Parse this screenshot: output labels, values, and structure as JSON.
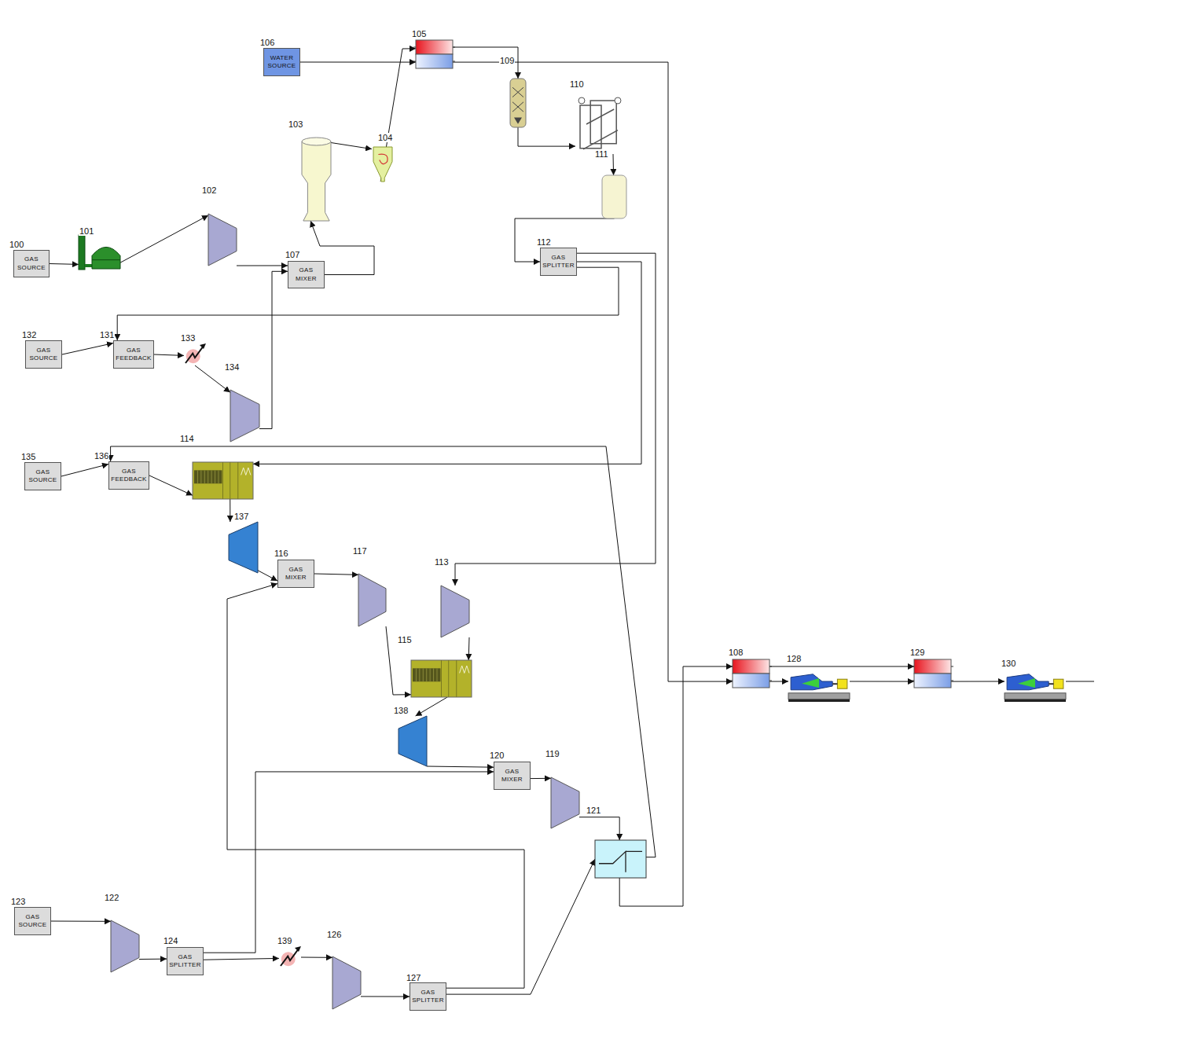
{
  "diagram": {
    "nodes": [
      {
        "text": [
          "100",
          "GAS SOURCE"
        ]
      },
      {
        "text": [
          "101"
        ]
      },
      {
        "text": [
          "102"
        ]
      },
      {
        "text": [
          "103"
        ]
      },
      {
        "text": [
          "104"
        ]
      },
      {
        "text": [
          "105"
        ]
      },
      {
        "text": [
          "106",
          "WATER SOURCE"
        ]
      },
      {
        "text": [
          "107",
          "GAS MIXER"
        ]
      },
      {
        "text": [
          "108"
        ]
      },
      {
        "text": [
          "109"
        ]
      },
      {
        "text": [
          "110"
        ]
      },
      {
        "text": [
          "111"
        ]
      },
      {
        "text": [
          "112",
          "GAS SPLITTER"
        ]
      },
      {
        "text": [
          "113"
        ]
      },
      {
        "text": [
          "114"
        ]
      },
      {
        "text": [
          "115"
        ]
      },
      {
        "text": [
          "116",
          "GAS MIXER"
        ]
      },
      {
        "text": [
          "117"
        ]
      },
      {
        "text": [
          "119"
        ]
      },
      {
        "text": [
          "120",
          "GAS MIXER"
        ]
      },
      {
        "text": [
          "121"
        ]
      },
      {
        "text": [
          "122"
        ]
      },
      {
        "text": [
          "123",
          "GAS SOURCE"
        ]
      },
      {
        "text": [
          "124",
          "GAS SPLITTER"
        ]
      },
      {
        "text": [
          "126"
        ]
      },
      {
        "text": [
          "127",
          "GAS SPLITTER"
        ]
      },
      {
        "text": [
          "128"
        ]
      },
      {
        "text": [
          "129"
        ]
      },
      {
        "text": [
          "130"
        ]
      },
      {
        "text": [
          "131",
          "GAS FEEDBACK"
        ]
      },
      {
        "text": [
          "132",
          "GAS SOURCE"
        ]
      },
      {
        "text": [
          "133"
        ]
      },
      {
        "text": [
          "134"
        ]
      },
      {
        "text": [
          "135",
          "GAS SOURCE"
        ]
      },
      {
        "text": [
          "136",
          "GAS FEEDBACK"
        ]
      },
      {
        "text": [
          "137"
        ]
      },
      {
        "text": [
          "138"
        ]
      },
      {
        "text": [
          "139"
        ]
      }
    ],
    "edges": [
      {
        "from": 0,
        "to": 1,
        "arrow": "to"
      },
      {
        "from": 1,
        "to": 2,
        "arrow": "to"
      },
      {
        "from": 2,
        "to": 7,
        "arrow": "to"
      },
      {
        "from": 7,
        "to": 3,
        "arrow": "to"
      },
      {
        "from": 3,
        "to": 4,
        "arrow": "to"
      },
      {
        "from": 4,
        "to": 5,
        "arrow": "to"
      },
      {
        "from": 6,
        "to": 5,
        "arrow": "to"
      },
      {
        "from": 5,
        "to": 9,
        "arrow": "to"
      },
      {
        "from": 5,
        "to": 8,
        "arrow": "to"
      },
      {
        "from": 9,
        "to": 10,
        "arrow": "to"
      },
      {
        "from": 10,
        "to": 11,
        "arrow": "to"
      },
      {
        "from": 11,
        "to": 12,
        "arrow": "to"
      },
      {
        "from": 12,
        "to": 29,
        "arrow": "to"
      },
      {
        "from": 12,
        "to": 14,
        "arrow": "to"
      },
      {
        "from": 12,
        "to": 13,
        "arrow": "to"
      },
      {
        "from": 30,
        "to": 29,
        "arrow": "to"
      },
      {
        "from": 29,
        "to": 31,
        "arrow": "to"
      },
      {
        "from": 31,
        "to": 32,
        "arrow": "to"
      },
      {
        "from": 32,
        "to": 7,
        "arrow": "to"
      },
      {
        "from": 33,
        "to": 34,
        "arrow": "to"
      },
      {
        "from": 34,
        "to": 14,
        "arrow": "to"
      },
      {
        "from": 14,
        "to": 35,
        "arrow": "to"
      },
      {
        "from": 35,
        "to": 16,
        "arrow": "to"
      },
      {
        "from": 16,
        "to": 17,
        "arrow": "to"
      },
      {
        "from": 17,
        "to": 15,
        "arrow": "to"
      },
      {
        "from": 13,
        "to": 15,
        "arrow": "to"
      },
      {
        "from": 15,
        "to": 36,
        "arrow": "to"
      },
      {
        "from": 36,
        "to": 19,
        "arrow": "to"
      },
      {
        "from": 19,
        "to": 18,
        "arrow": "to"
      },
      {
        "from": 18,
        "to": 20,
        "arrow": "to"
      },
      {
        "from": 20,
        "to": 34,
        "arrow": "to"
      },
      {
        "from": 20,
        "to": 8,
        "arrow": "to"
      },
      {
        "from": 8,
        "to": 27,
        "arrow": "to"
      },
      {
        "from": 8,
        "to": 26,
        "arrow": "to"
      },
      {
        "from": 26,
        "to": 27,
        "arrow": "to"
      },
      {
        "from": 27,
        "to": 28,
        "arrow": "to"
      },
      {
        "from": 22,
        "to": 21,
        "arrow": "to"
      },
      {
        "from": 21,
        "to": 23,
        "arrow": "to"
      },
      {
        "from": 23,
        "to": 19,
        "arrow": "to"
      },
      {
        "from": 23,
        "to": 37,
        "arrow": "to"
      },
      {
        "from": 37,
        "to": 24,
        "arrow": "to"
      },
      {
        "from": 24,
        "to": 25,
        "arrow": "to"
      },
      {
        "from": 25,
        "to": 16,
        "arrow": "to"
      },
      {
        "from": 25,
        "to": 20,
        "arrow": "to"
      }
    ]
  }
}
